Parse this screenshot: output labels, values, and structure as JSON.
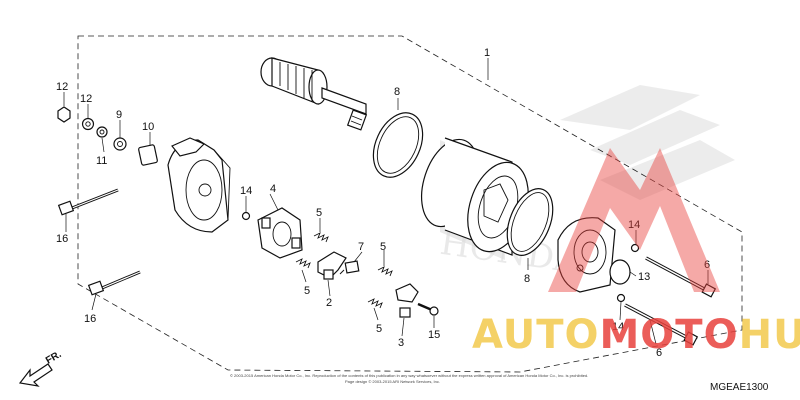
{
  "callouts": {
    "c1": "1",
    "c2": "2",
    "c3": "3",
    "c4": "4",
    "c5a": "5",
    "c5b": "5",
    "c5c": "5",
    "c5d": "5",
    "c6a": "6",
    "c6b": "6",
    "c7": "7",
    "c8a": "8",
    "c8b": "8",
    "c9": "9",
    "c10": "10",
    "c11": "11",
    "c12a": "12",
    "c12b": "12",
    "c13": "13",
    "c14a": "14",
    "c14b": "14",
    "c14c": "14",
    "c15": "15",
    "c16a": "16",
    "c16b": "16"
  },
  "direction_label": "FR.",
  "diagram_code": "MGEAE1300",
  "copyright_line1": "© 2003-2015 American Honda Motor Co., Inc. Reproduction of the contents of this publication in any way whatsoever without the express written approval of American Honda Motor Co., Inc. is prohibited.",
  "copyright_line2": "Page design © 2003-2015 ARI Network Services, Inc.",
  "watermark": {
    "text_left": "AUTO",
    "text_mid": "MOTO",
    "text_right": "HUB",
    "color_yellow": "#f2c94c",
    "color_red": "#e8413c"
  },
  "brand_mark": "HONDA"
}
